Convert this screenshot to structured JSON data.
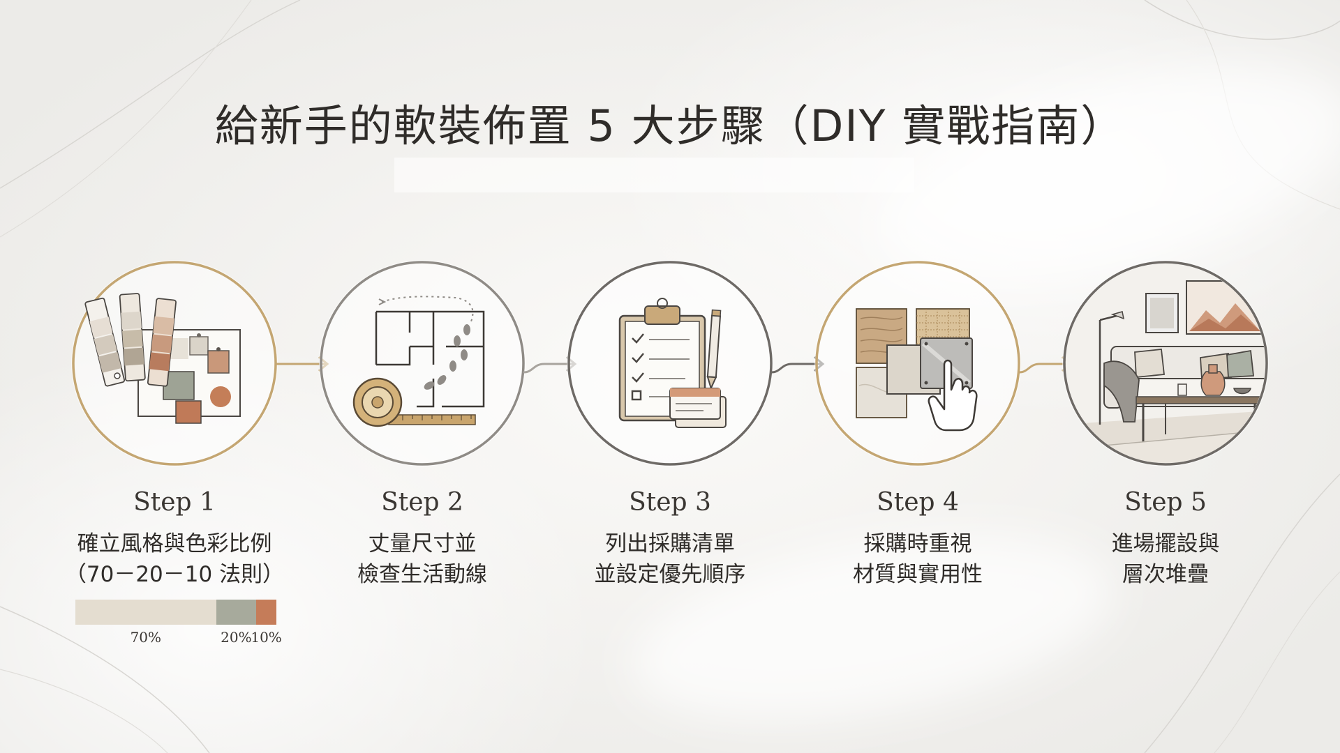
{
  "title": "給新手的軟裝佈置 5 大步驟（DIY 實戰指南）",
  "steps": [
    {
      "label": "Step 1",
      "line1": "確立風格與色彩比例",
      "line2": "（70－20－10 法則）",
      "icon": "color-palette-icon"
    },
    {
      "label": "Step 2",
      "line1": "丈量尺寸並",
      "line2": "檢查生活動線",
      "icon": "floor-plan-tape-icon"
    },
    {
      "label": "Step 3",
      "line1": "列出採購清單",
      "line2": "並設定優先順序",
      "icon": "clipboard-checklist-icon"
    },
    {
      "label": "Step 4",
      "line1": "採購時重視",
      "line2": "材質與實用性",
      "icon": "material-swatches-icon"
    },
    {
      "label": "Step 5",
      "line1": "進場擺設與",
      "line2": "層次堆疊",
      "icon": "living-room-icon"
    }
  ],
  "ratio": {
    "segments": [
      {
        "label": "70%",
        "value": 70,
        "color": "#e4ddd0"
      },
      {
        "label": "20%",
        "value": 20,
        "color": "#a7aa9c"
      },
      {
        "label": "10%",
        "value": 10,
        "color": "#c57c59"
      }
    ]
  },
  "colors": {
    "gold": "#c4a672",
    "gray": "#8f8b86",
    "text": "#2f2c29"
  }
}
